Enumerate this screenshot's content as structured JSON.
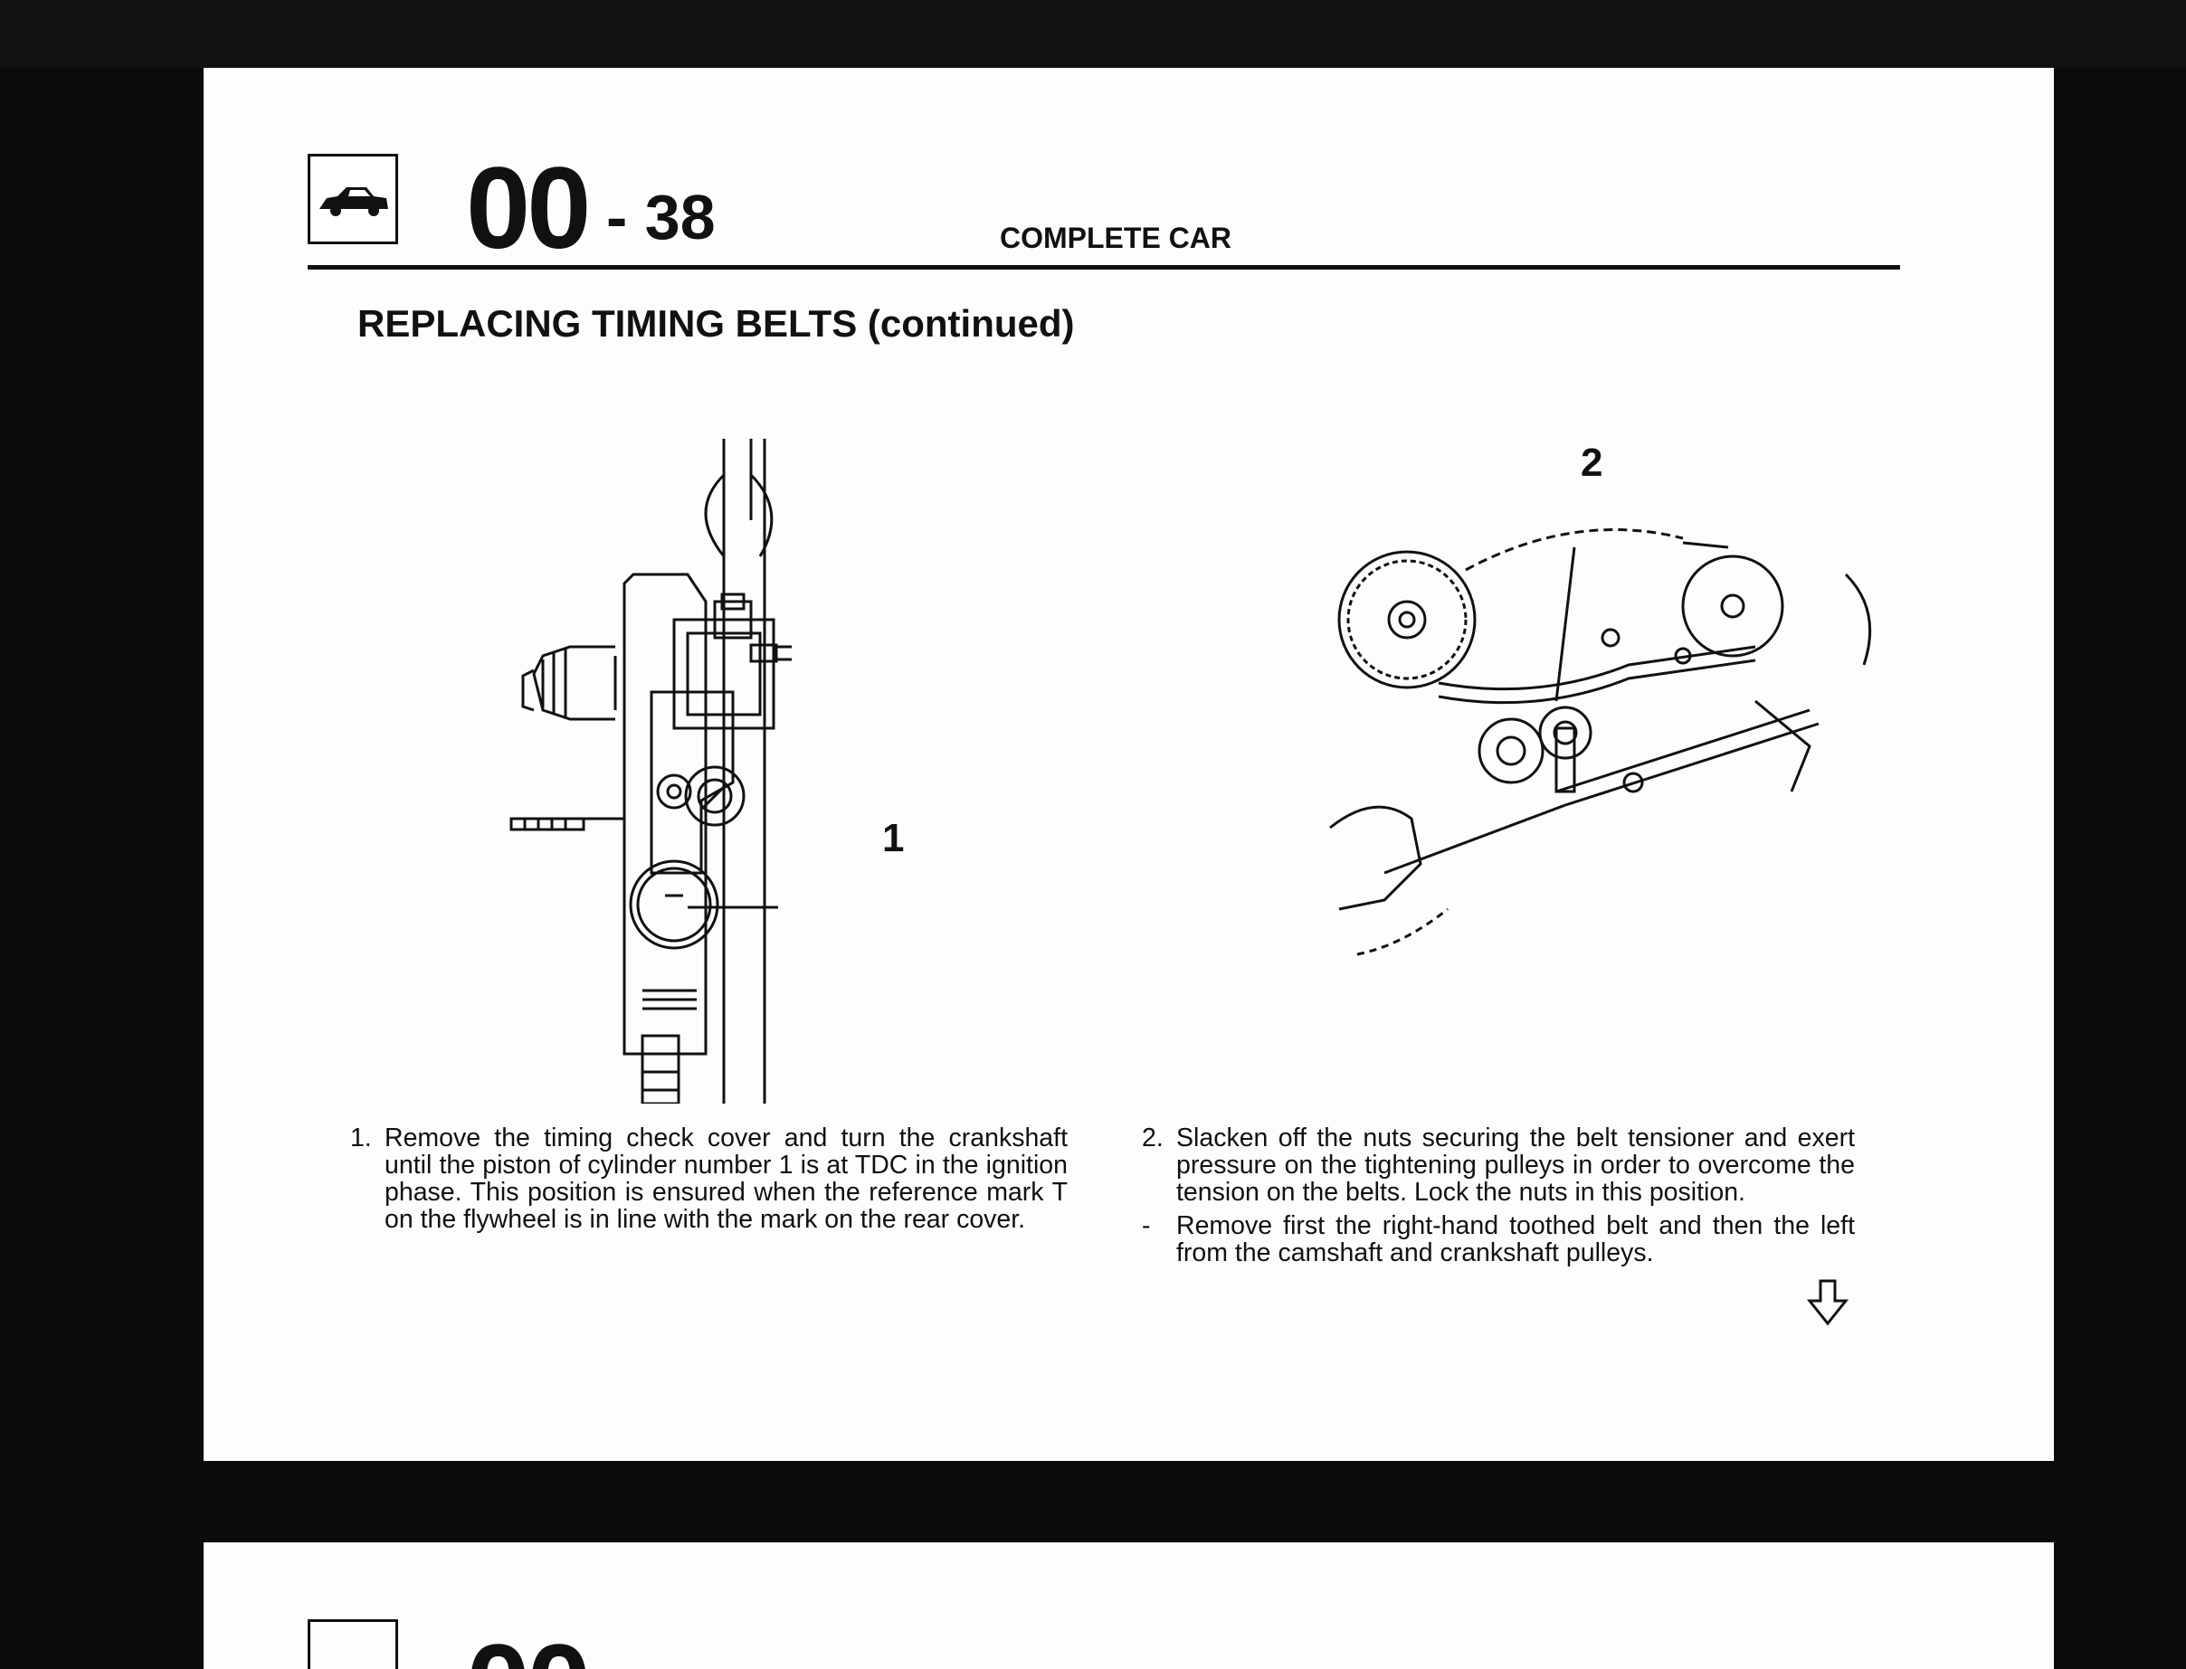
{
  "header": {
    "chapter": "00",
    "page_number": "- 38",
    "section": "COMPLETE CAR",
    "car_icon": "car-icon"
  },
  "title": "REPLACING TIMING BELTS (continued)",
  "figures": {
    "left_callout": "1",
    "right_callout": "2"
  },
  "steps": {
    "step1_number": "1.",
    "step1_text": "Remove the timing check cover and turn the crankshaft until the piston of cylinder number 1 is at TDC in the ignition phase. This position is ensured when the reference mark T on the flywheel is in line with the mark on the rear cover.",
    "step2_number": "2.",
    "step2_text": "Slacken off the nuts securing the belt tensioner and exert pressure on the tightening pulleys in order to overcome the tension on the belts. Lock the nuts in this position.",
    "step2_dash": "-",
    "step2_sub": "Remove first the right-hand toothed belt and then the left from the camshaft and crankshaft pulleys."
  },
  "continue_icon": "down-arrow-icon",
  "next_page": {
    "chapter": "00"
  }
}
